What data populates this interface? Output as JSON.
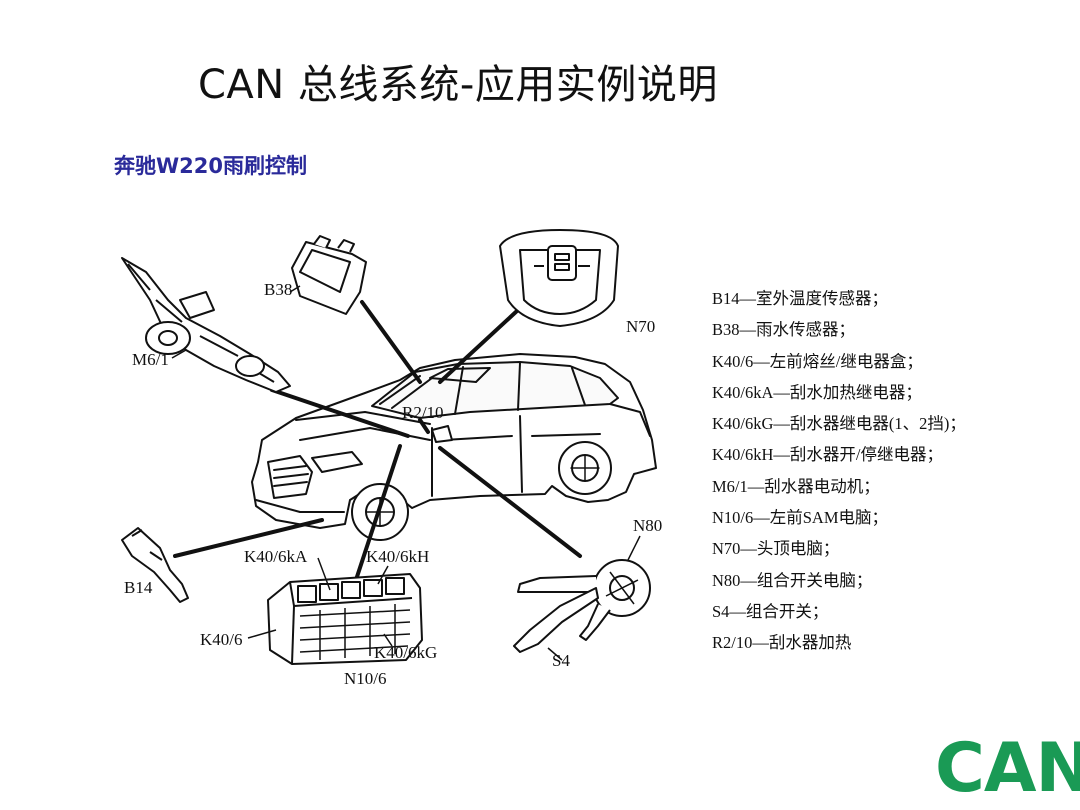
{
  "slide": {
    "title": "CAN 总线系统-应用实例说明",
    "subtitle": "奔驰W220雨刷控制",
    "logo_text": "CAN",
    "colors": {
      "subtitle": "#2a2a9a",
      "logo": "#1a9a55",
      "line_art": "#111111"
    }
  },
  "diagram_labels": {
    "b38": "B38",
    "n70": "N70",
    "m6_1": "M6/1",
    "r2_10": "R2/10",
    "n80": "N80",
    "k40_6ka": "K40/6kA",
    "k40_6kh": "K40/6kH",
    "b14": "B14",
    "k40_6": "K40/6",
    "k40_6kg": "K40/6kG",
    "n10_6": "N10/6",
    "s4": "S4"
  },
  "legend": [
    "B14—室外温度传感器；",
    "B38—雨水传感器；",
    "K40/6—左前熔丝/继电器盒；",
    "K40/6kA—刮水加热继电器；",
    "K40/6kG—刮水器继电器(1、2挡)；",
    "K40/6kH—刮水器开/停继电器；",
    "M6/1—刮水器电动机；",
    "N10/6—左前SAM电脑；",
    "N70—头顶电脑；",
    "N80—组合开关电脑；",
    "S4—组合开关；",
    "R2/10—刮水器加热"
  ]
}
